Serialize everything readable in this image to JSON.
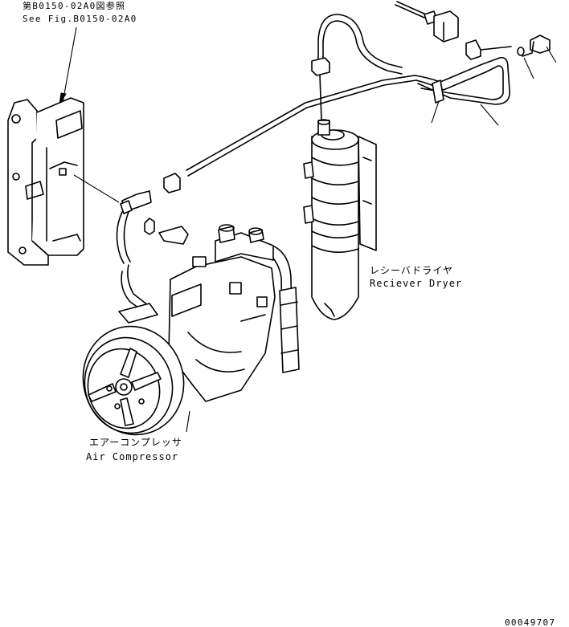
{
  "reference": {
    "line_jp": "第B0150-02A0図参照",
    "line_en": "See Fig.B0150-02A0"
  },
  "labels": {
    "receiver_dryer_jp": "レシーバドライヤ",
    "receiver_dryer_en": "Reciever Dryer",
    "air_compressor_jp": "エアーコンプレッサ",
    "air_compressor_en": "Air Compressor"
  },
  "figure_number": "00049707"
}
